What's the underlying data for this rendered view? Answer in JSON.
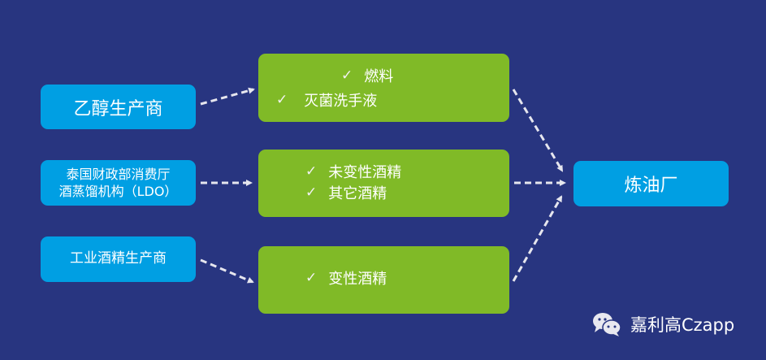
{
  "sources": [
    {
      "label": "乙醇生产商"
    },
    {
      "lines": [
        "泰国财政部消费厅",
        "酒蒸馏机构（LDO）"
      ]
    },
    {
      "label": "工业酒精生产商"
    }
  ],
  "products": [
    {
      "items": [
        "燃料",
        "灭菌洗手液"
      ]
    },
    {
      "items": [
        "未变性酒精",
        "其它酒精"
      ]
    },
    {
      "items": [
        "变性酒精"
      ]
    }
  ],
  "target": {
    "label": "炼油厂"
  },
  "check_icon": "✓",
  "watermark": {
    "icon": "wechat-icon",
    "label": "嘉利高Czapp"
  },
  "colors": {
    "background": "#283580",
    "blue_box": "#009fe3",
    "green_box": "#80ba27",
    "arrow": "#e6e6ee"
  }
}
